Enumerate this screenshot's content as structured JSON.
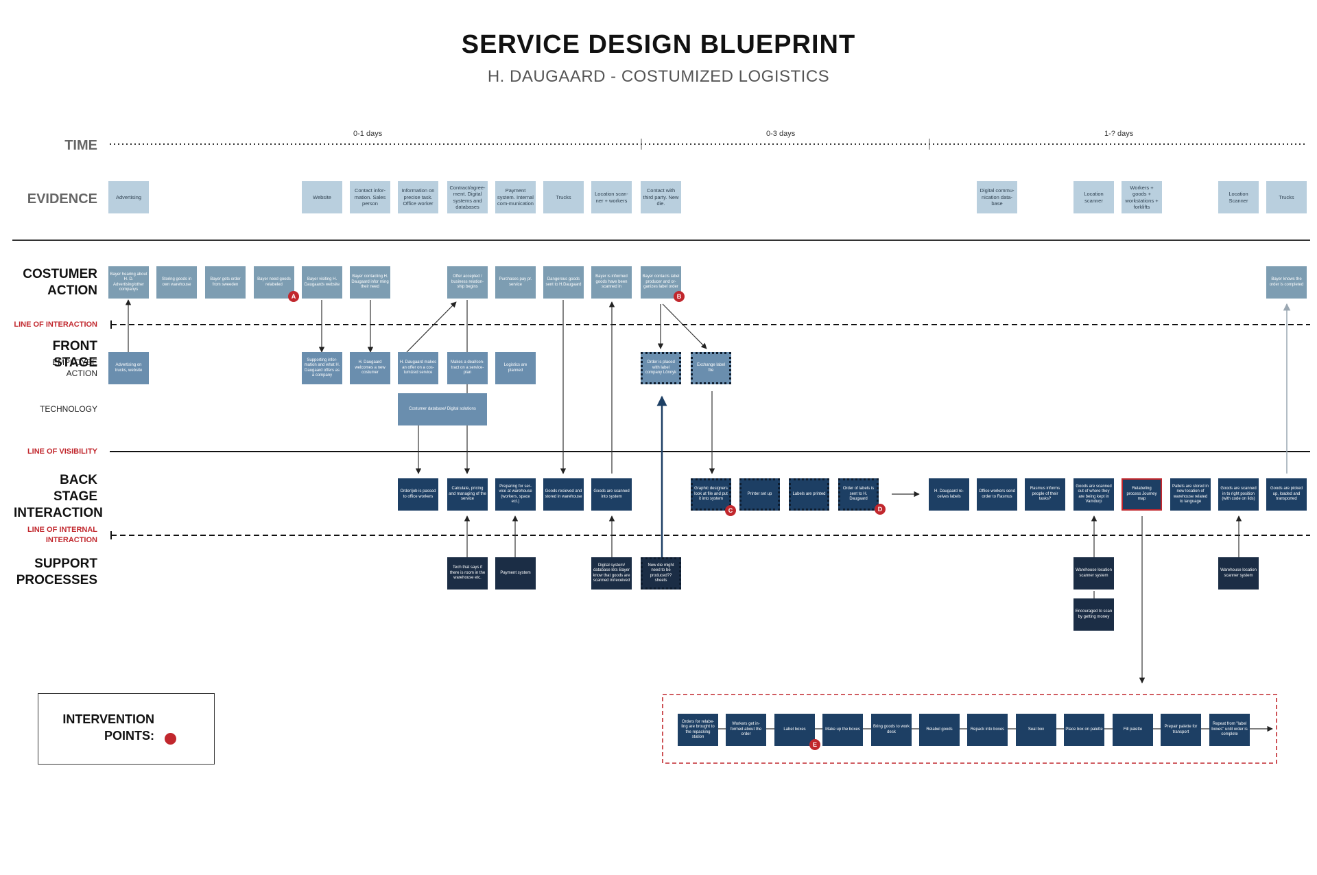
{
  "title": "SERVICE DESIGN BLUEPRINT",
  "subtitle": "H. DAUGAARD - COSTUMIZED LOGISTICS",
  "lanes": {
    "time": "TIME",
    "evidence": "EVIDENCE",
    "costumer_action_1": "COSTUMER",
    "costumer_action_2": "ACTION",
    "line_of_interaction": "LINE OF INTERACTION",
    "front_stage": "FRONT STAGE",
    "employee_1": "EMPLOYEE",
    "employee_2": "ACTION",
    "technology": "TECHNOLOGY",
    "line_of_visibility": "LINE OF VISIBILITY",
    "back_stage_1": "BACK STAGE",
    "back_stage_2": "INTERACTION",
    "line_internal_1": "LINE OF INTERNAL",
    "line_internal_2": "INTERACTION",
    "support_1": "SUPPORT",
    "support_2": "PROCESSES"
  },
  "time_segments": [
    "0-1 days",
    "0-3 days",
    "1-? days"
  ],
  "evidence": [
    "Advertising",
    "Website",
    "Contact infor-mation. Sales person",
    "Information on precise task. Office worker",
    "Contract/agree-ment. Digital systems and databases",
    "Payment system. Internal com-munication",
    "Trucks",
    "Location scan-ner + workers",
    "Contact with third party. New die.",
    "Digital commu-nication data-base",
    "Location scanner",
    "Workers + goods + workstations + forklifts",
    "Location Scanner",
    "Trucks"
  ],
  "costumer_action": [
    "Bayer hearing about H. D. Advertising/other companys",
    "Storing goods in own warehouse",
    "Bayer gets order from sweeden",
    "Bayer need goods relabeled",
    "Bayer visiting H. Daugaards website",
    "Bayer contacting H. Daugaard infor ming their need",
    "Offer accepted / business relation-ship begins",
    "Purchases pay pr. service",
    "Dangerous goods sent to H.Daugaard",
    "Bayer is informed goods have been scanned in",
    "Bayer contacts label producer and or-ganizes label order",
    "Bayer knows the order is completed"
  ],
  "employee_action": [
    "Advertising on trucks, website",
    "Supporting infor-mation and what H. Daugaard offers as a company",
    "H. Daugaard welcomes a new costumer",
    "H. Daugaard makes an offer on a cos-tumized service",
    "Makes a deal/con-tract on a service-plan",
    "Logistics are planned",
    "Order is placed with label company Lönnyk",
    "Exchange label file"
  ],
  "technology": [
    "Costumer database/ Digital solutions"
  ],
  "back_stage": [
    "Order/job is passed to office workers",
    "Calculate, pricing and managing of the service",
    "Preparing for ser-vice at warehouse (workers, space ect.)",
    "Goods recieved and stored in warehouse",
    "Goods are scanned into system",
    "Graphic designers look at file and put it into system",
    "Printer set up",
    "Labels are printed",
    "Order of labels is sent to H. Daugaard",
    "H. Daugaard re-ceives labels",
    "Office workers send order to Rasmus",
    "Rasmus informs people of their tasks?",
    "Goods are scanned out of where they are being kept in Vamdurp",
    "Relabeling process Journey map",
    "Pallets are stored in new location of warehouse related to language",
    "Goods are scanned in to right position (with code on lids)",
    "Goods are picked up, loaded and transported"
  ],
  "support": [
    "Tech that says if there is room in the warehouse etc.",
    "Payment system",
    "Digital system/ database lets Bayer know that goods are scanned in/received",
    "New die might need to be produced?? sheets",
    "Warehouse location scanner system",
    "Encouraged to scan by getting money",
    "Warehouse location scanner system"
  ],
  "journey": [
    "Orders for relabe-ling are brought to the repacking station",
    "Workers get in-formed about the order",
    "Label boxes",
    "Make up the boxes",
    "Bring goods to work desk",
    "Relabel goods",
    "Repack into boxes",
    "Seal box",
    "Place box on palette",
    "Fill palette",
    "Prepair palette for transport",
    "Repeat from \"label boxes\" until order is complete"
  ],
  "markers": [
    "A",
    "B",
    "C",
    "D",
    "E"
  ],
  "legend": {
    "line1": "INTERVENTION",
    "line2": "POINTS:"
  },
  "colors": {
    "evidence": "#b9cfde",
    "customer": "#7d9db2",
    "front": "#6a8eae",
    "back": "#1d3f64",
    "support": "#1b2d45",
    "accent_red": "#c1272d"
  }
}
